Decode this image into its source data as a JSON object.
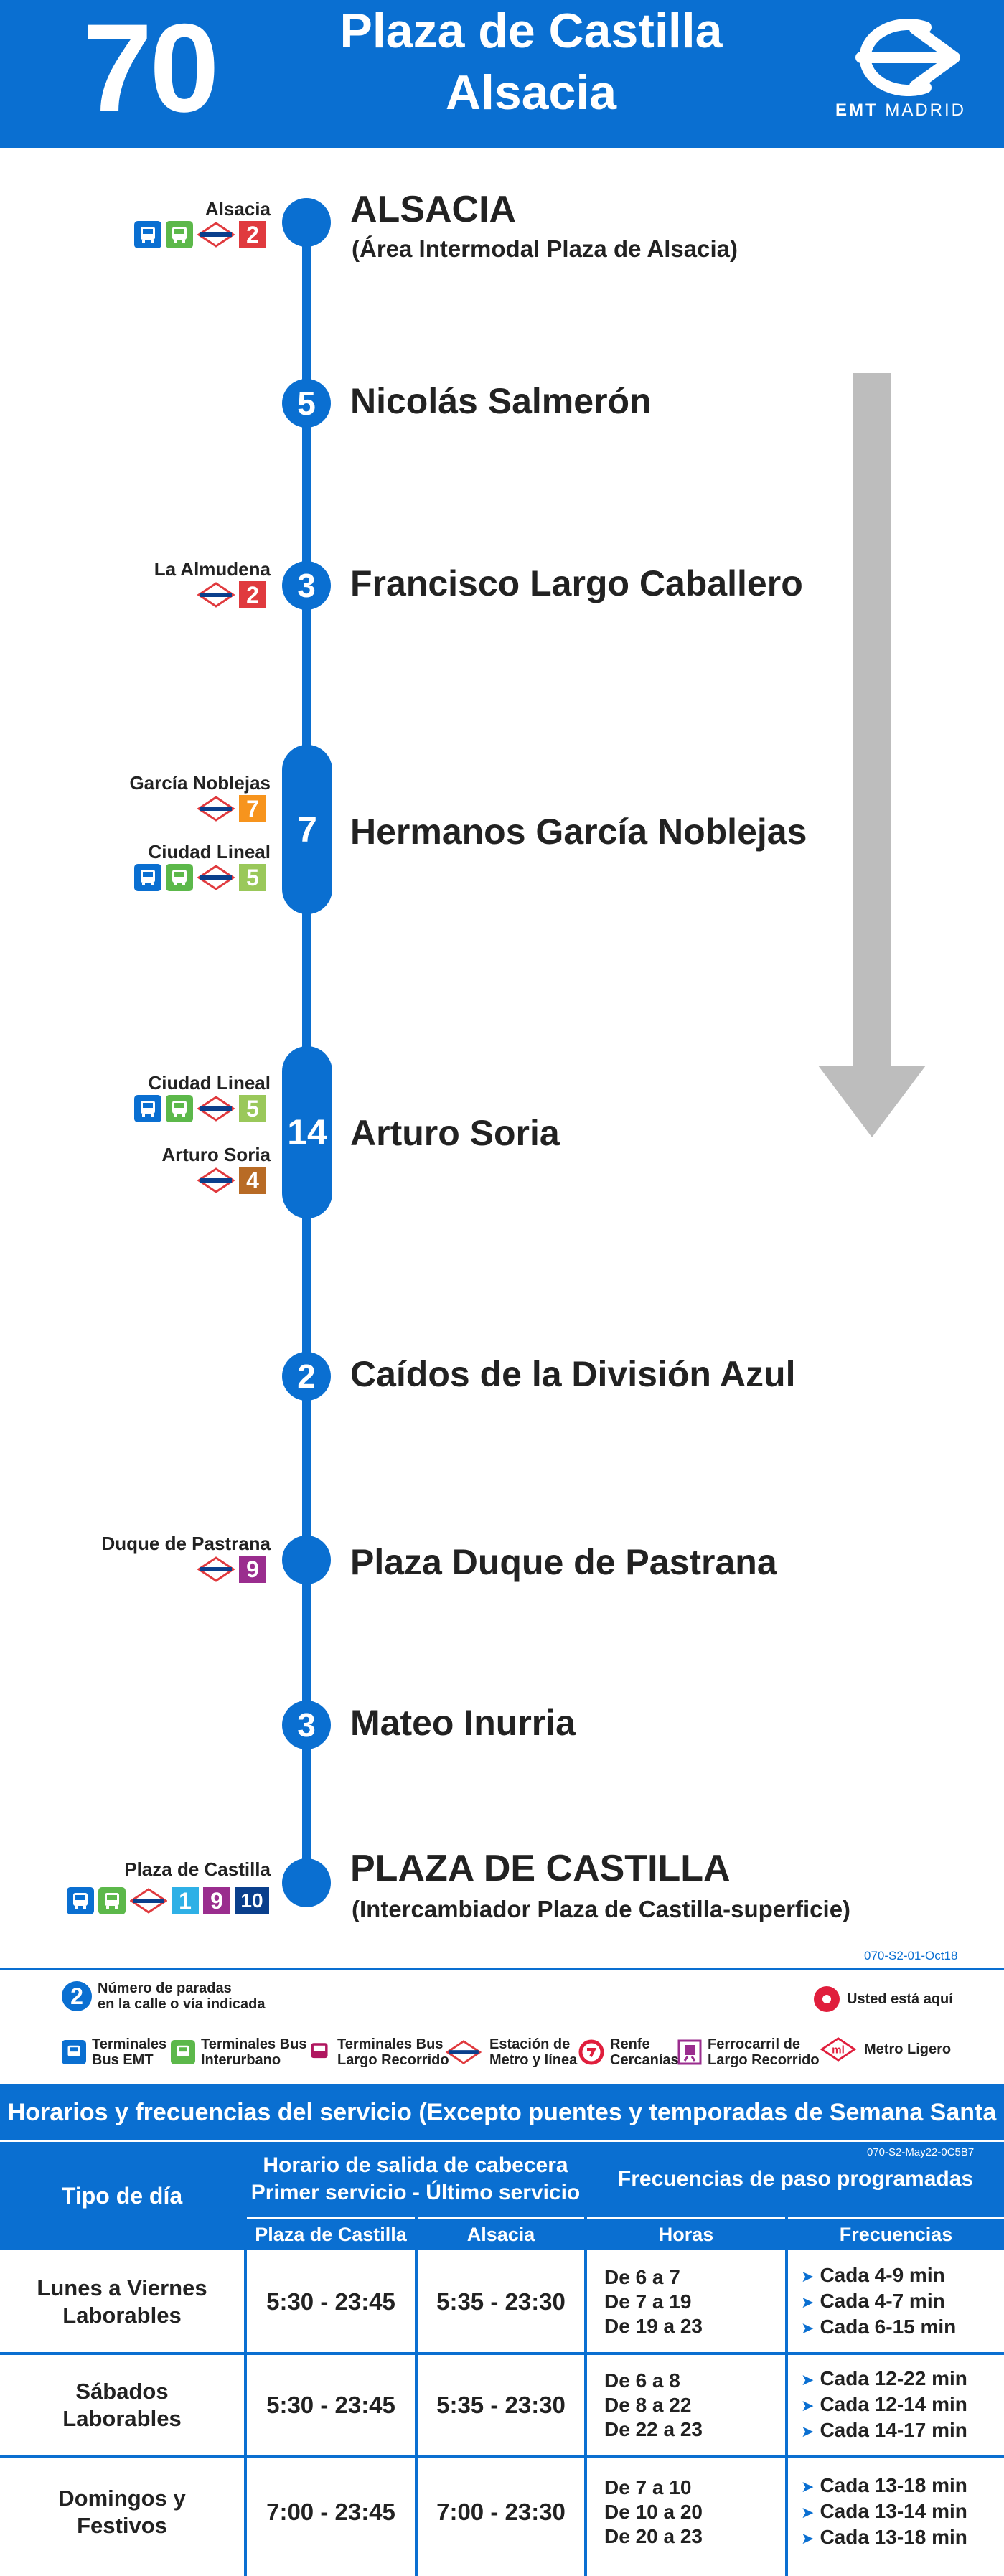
{
  "header": {
    "line_number": "70",
    "destination_line1": "Plaza de Castilla",
    "destination_line2": "Alsacia",
    "logo_text_bold": "EMT",
    "logo_text": "MADRID"
  },
  "colors": {
    "brand": "#0a6fd1",
    "arrow": "#bdbdbd",
    "line2": "#e03a3e",
    "line7": "#f7941d",
    "line5": "#9ac85a",
    "line4": "#b86b25",
    "line9": "#9a2d8e",
    "line1": "#2eb0e6",
    "line10": "#0a3f8c"
  },
  "stops": [
    {
      "name": "ALSACIA",
      "sub": "(Área Intermodal Plaza de Alsacia)",
      "count": ""
    },
    {
      "name": "Nicolás Salmerón",
      "count": "5"
    },
    {
      "name": "Francisco Largo Caballero",
      "count": "3"
    },
    {
      "name": "Hermanos García Noblejas",
      "count": "7"
    },
    {
      "name": "Arturo Soria",
      "count": "14"
    },
    {
      "name": "Caídos de la División Azul",
      "count": "2"
    },
    {
      "name": "Plaza Duque de Pastrana",
      "count": ""
    },
    {
      "name": "Mateo Inurria",
      "count": "3"
    },
    {
      "name": "PLAZA DE CASTILLA",
      "sub": "(Intercambiador Plaza de Castilla-superficie)",
      "count": ""
    }
  ],
  "connections": {
    "alsacia": {
      "label": "Alsacia",
      "lines": [
        "2"
      ]
    },
    "la_almudena": {
      "label": "La Almudena",
      "lines": [
        "2"
      ]
    },
    "garcia_noblejas": {
      "label": "García Noblejas",
      "lines": [
        "7"
      ]
    },
    "ciudad_lineal_1": {
      "label": "Ciudad Lineal",
      "lines": [
        "5"
      ]
    },
    "ciudad_lineal_2": {
      "label": "Ciudad Lineal",
      "lines": [
        "5"
      ]
    },
    "arturo_soria": {
      "label": "Arturo Soria",
      "lines": [
        "4"
      ]
    },
    "duque_pastrana": {
      "label": "Duque de Pastrana",
      "lines": [
        "9"
      ]
    },
    "plaza_castilla": {
      "label": "Plaza de Castilla",
      "lines": [
        "1",
        "9",
        "10"
      ]
    }
  },
  "codes": {
    "route_code": "070-S2-01-Oct18",
    "table_code": "070-S2-May22-0C5B7"
  },
  "legend": {
    "stops_count_line1": "Número de paradas",
    "stops_count_line2": "en la calle o vía indicada",
    "stops_count_sample": "2",
    "you_are_here": "Usted está aquí",
    "items": [
      {
        "l1": "Terminales",
        "l2": "Bus EMT"
      },
      {
        "l1": "Terminales Bus",
        "l2": "Interurbano"
      },
      {
        "l1": "Terminales Bus",
        "l2": "Largo Recorrido"
      },
      {
        "l1": "Estación de",
        "l2": "Metro y línea"
      },
      {
        "l1": "Renfe",
        "l2": "Cercanías"
      },
      {
        "l1": "Ferrocarril de",
        "l2": "Largo Recorrido"
      },
      {
        "l1": "Metro Ligero",
        "l2": ""
      }
    ]
  },
  "schedule": {
    "title": "Horarios y frecuencias del servicio (Excepto puentes y temporadas de Semana Santa y Verano)",
    "col_day": "Tipo de día",
    "col_departure_l1": "Horario de salida de cabecera",
    "col_departure_l2": "Primer servicio - Último servicio",
    "col_freq": "Frecuencias de paso programadas",
    "sub_plaza": "Plaza de Castilla",
    "sub_alsacia": "Alsacia",
    "sub_hours": "Horas",
    "sub_freq": "Frecuencias",
    "rows": [
      {
        "day_l1": "Lunes a Viernes",
        "day_l2": "Laborables",
        "plaza": "5:30 - 23:45",
        "alsacia": "5:35 - 23:30",
        "hours": [
          "De 6 a 7",
          "De 7 a 19",
          "De 19 a 23"
        ],
        "freqs": [
          "Cada 4-9 min",
          "Cada 4-7 min",
          "Cada 6-15 min"
        ]
      },
      {
        "day_l1": "Sábados",
        "day_l2": "Laborables",
        "plaza": "5:30 - 23:45",
        "alsacia": "5:35 - 23:30",
        "hours": [
          "De 6 a 8",
          "De 8 a 22",
          "De 22 a 23"
        ],
        "freqs": [
          "Cada 12-22 min",
          "Cada 12-14 min",
          "Cada 14-17 min"
        ]
      },
      {
        "day_l1": "Domingos y",
        "day_l2": "Festivos",
        "plaza": "7:00 - 23:45",
        "alsacia": "7:00 - 23:30",
        "hours": [
          "De 7 a 10",
          "De 10 a 20",
          "De 20 a 23"
        ],
        "freqs": [
          "Cada 13-18 min",
          "Cada 13-14 min",
          "Cada 13-18 min"
        ]
      }
    ]
  }
}
